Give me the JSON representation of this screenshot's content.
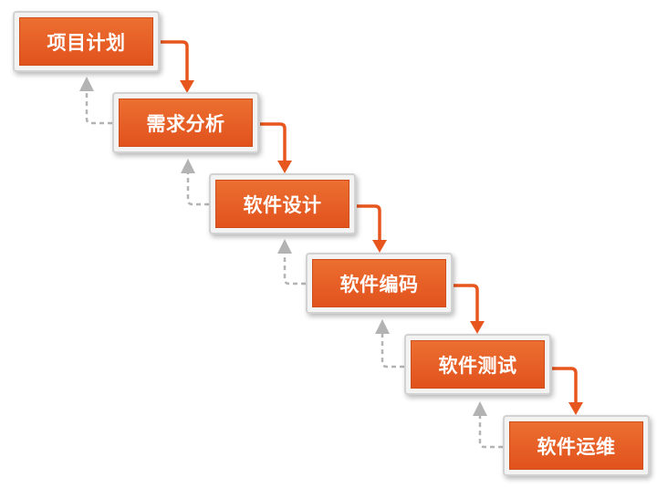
{
  "diagram": {
    "type": "waterfall",
    "stages": [
      {
        "id": "stage-1",
        "label": "项目计划"
      },
      {
        "id": "stage-2",
        "label": "需求分析"
      },
      {
        "id": "stage-3",
        "label": "软件设计"
      },
      {
        "id": "stage-4",
        "label": "软件编码"
      },
      {
        "id": "stage-5",
        "label": "软件测试"
      },
      {
        "id": "stage-6",
        "label": "软件运维"
      }
    ],
    "forward_flow_color": "#e8561f",
    "feedback_flow_color": "#b3b3b3",
    "box_fill": "#e8601f",
    "box_frame": "#f3f3f3"
  }
}
